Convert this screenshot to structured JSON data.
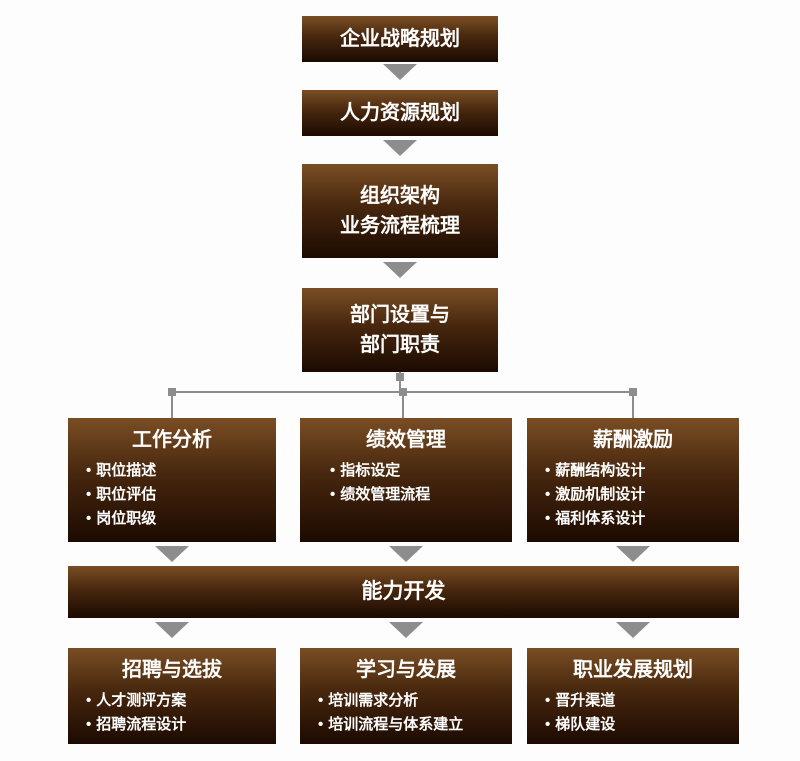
{
  "colors": {
    "box_gradient_top": "#7a4e24",
    "box_gradient_bottom": "#1c0a01",
    "arrow": "#8d8d8d",
    "connector": "#8d8d8d",
    "text": "#ffffff",
    "background": "#fdfdfd"
  },
  "flow": {
    "bullet": "•",
    "step1": {
      "title": "企业战略规划"
    },
    "step2": {
      "title": "人力资源规划"
    },
    "step3": {
      "title_line1": "组织架构",
      "title_line2": "业务流程梳理"
    },
    "step4": {
      "title_line1": "部门设置与",
      "title_line2": "部门职责"
    },
    "branches": [
      {
        "title": "工作分析",
        "items": [
          "职位描述",
          "职位评估",
          "岗位职级"
        ]
      },
      {
        "title": "绩效管理",
        "items": [
          "指标设定",
          "绩效管理流程"
        ]
      },
      {
        "title": "薪酬激励",
        "items": [
          "薪酬结构设计",
          "激励机制设计",
          "福利体系设计"
        ]
      }
    ],
    "capability": {
      "title": "能力开发"
    },
    "bottom": [
      {
        "title": "招聘与选拔",
        "items": [
          "人才测评方案",
          "招聘流程设计"
        ]
      },
      {
        "title": "学习与发展",
        "items": [
          "培训需求分析",
          "培训流程与体系建立"
        ]
      },
      {
        "title": "职业发展规划",
        "items": [
          "晋升渠道",
          "梯队建设"
        ]
      }
    ]
  }
}
